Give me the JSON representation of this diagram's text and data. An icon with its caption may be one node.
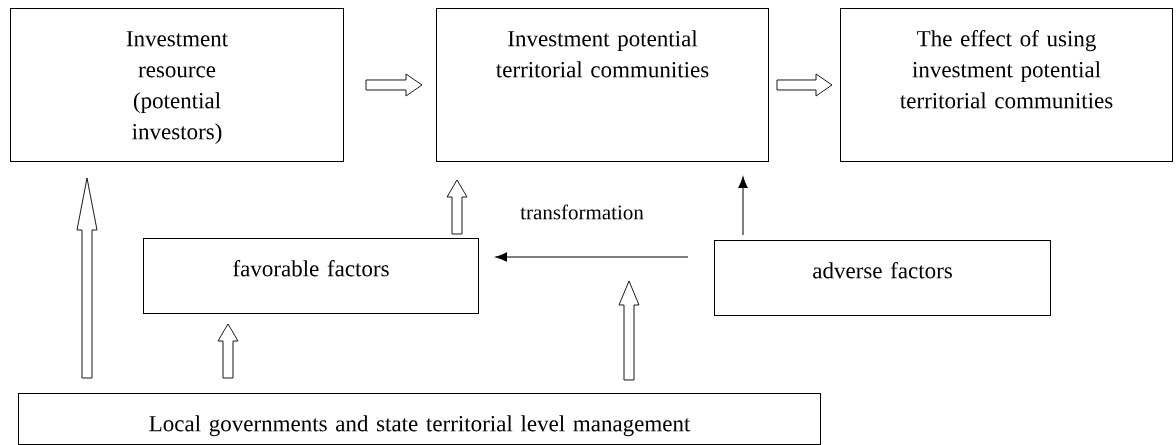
{
  "diagram": {
    "nodes": [
      {
        "text": [
          "Investment resource (potential investors)"
        ]
      },
      {
        "text": [
          "Investment potential territorial communities"
        ]
      },
      {
        "text": [
          "The effect of using investment potential territorial communities"
        ]
      },
      {
        "text": [
          "favorable factors"
        ]
      },
      {
        "text": [
          "adverse factors"
        ]
      },
      {
        "text": [
          "Local governments and state territorial level management"
        ]
      }
    ],
    "edges": [
      {
        "from": 0,
        "to": 1,
        "arrow": "to",
        "style": "thick"
      },
      {
        "from": 1,
        "to": 2,
        "arrow": "to",
        "style": "thick"
      },
      {
        "from": 5,
        "to": 0,
        "arrow": "to",
        "style": "thick"
      },
      {
        "from": 5,
        "to": 3,
        "arrow": "to",
        "style": "thick"
      },
      {
        "from": 3,
        "to": 1,
        "arrow": "to",
        "style": "thick"
      },
      {
        "from": 5,
        "to": null,
        "arrow": "to",
        "style": "thick"
      },
      {
        "from": 4,
        "to": 1,
        "arrow": "to"
      },
      {
        "from": 4,
        "to": 3,
        "arrow": "to",
        "label": "transformation"
      }
    ]
  }
}
